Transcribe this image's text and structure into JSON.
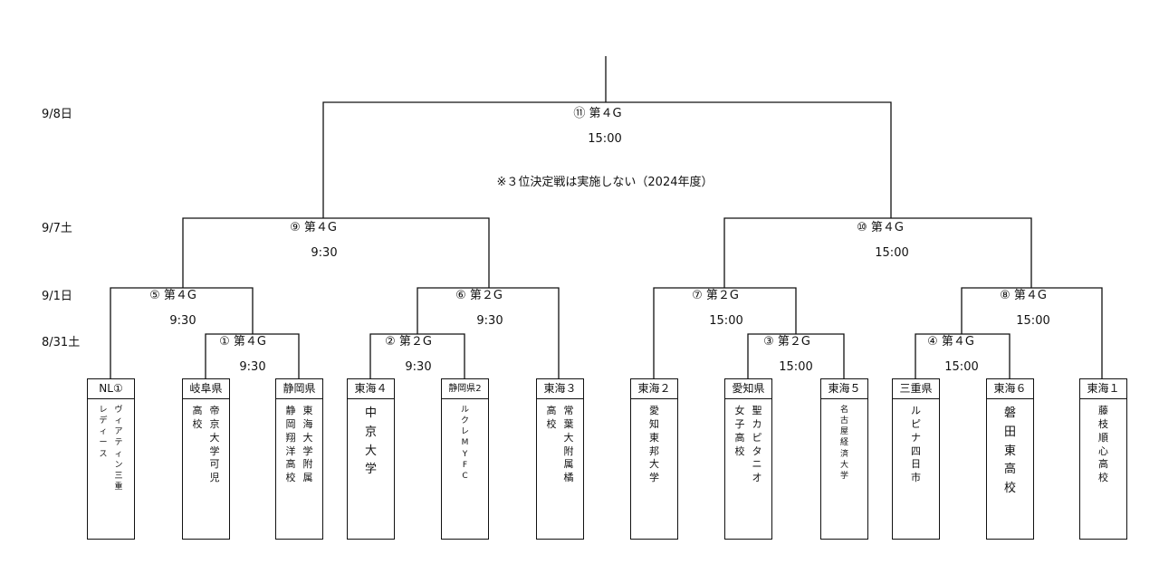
{
  "dates": [
    "9/8日",
    "9/7土",
    "9/1日",
    "8/31土"
  ],
  "note": "※３位決定戦は実施しない（2024年度）",
  "games": [
    {
      "label": "⑪ 第４G",
      "time": "15:00"
    },
    {
      "label": "⑨ 第４G",
      "time": "9:30"
    },
    {
      "label": "⑩ 第４G",
      "time": "15:00"
    },
    {
      "label": "⑤ 第４G",
      "time": "9:30"
    },
    {
      "label": "⑥ 第２G",
      "time": "9:30"
    },
    {
      "label": "⑦ 第２G",
      "time": "15:00"
    },
    {
      "label": "⑧ 第４G",
      "time": "15:00"
    },
    {
      "label": "① 第４G",
      "time": "9:30"
    },
    {
      "label": "② 第２G",
      "time": "9:30"
    },
    {
      "label": "③ 第２G",
      "time": "15:00"
    },
    {
      "label": "④ 第４G",
      "time": "15:00"
    }
  ],
  "teams": [
    {
      "header": "NL①",
      "columns": [
        "ヴィアティン三重",
        "レディース"
      ],
      "size": "small"
    },
    {
      "header": "岐阜県",
      "columns": [
        "帝京大学可児",
        "高校"
      ],
      "size": "medium"
    },
    {
      "header": "静岡県",
      "columns": [
        "東海大学附属",
        "静岡翔洋高校"
      ],
      "size": "medium"
    },
    {
      "header": "東海４",
      "columns": [
        "中京大学"
      ],
      "size": "large"
    },
    {
      "header": "静岡県2",
      "columns": [
        "ルクレMYFC"
      ],
      "size": "small"
    },
    {
      "header": "東海３",
      "columns": [
        "常葉大附属橘",
        "高校"
      ],
      "size": "medium"
    },
    {
      "header": "東海２",
      "columns": [
        "愛知東邦大学"
      ],
      "size": "medium"
    },
    {
      "header": "愛知県",
      "columns": [
        "聖カピタニオ",
        "女子高校"
      ],
      "size": "medium"
    },
    {
      "header": "東海５",
      "columns": [
        "名古屋経済大学"
      ],
      "size": "small"
    },
    {
      "header": "三重県",
      "columns": [
        "ルピナ四日市"
      ],
      "size": "medium"
    },
    {
      "header": "東海６",
      "columns": [
        "磐田東高校"
      ],
      "size": "large"
    },
    {
      "header": "東海１",
      "columns": [
        "藤枝順心高校"
      ],
      "size": "medium"
    }
  ]
}
